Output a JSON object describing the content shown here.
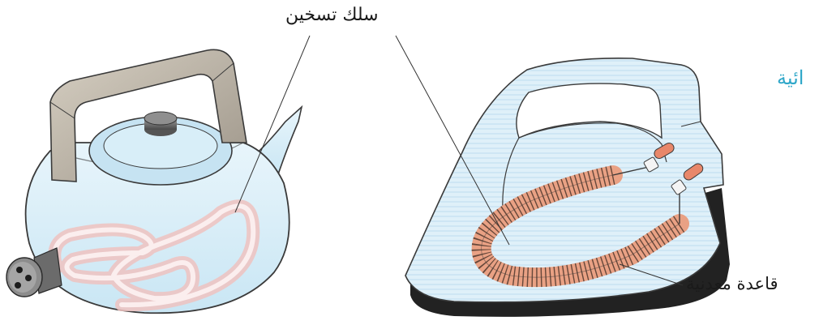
{
  "labels": {
    "heating_wire": "سلك تسخين",
    "metal_base": "قاعدة معدنية",
    "cut_text_fragment": "ائية"
  },
  "colors": {
    "glass_fill": "#d9eef8",
    "glass_stroke": "#3a3a3a",
    "handle_fill": "#bdb5a6",
    "coil_fill": "#e9a184",
    "heating_element": "#f3c9c4",
    "iron_base": "#222222",
    "accent_text": "#2fa7c9"
  },
  "icons": {
    "kettle": "electric-kettle-illustration",
    "iron": "electric-iron-illustration",
    "plug": "three-pin-socket-icon"
  }
}
